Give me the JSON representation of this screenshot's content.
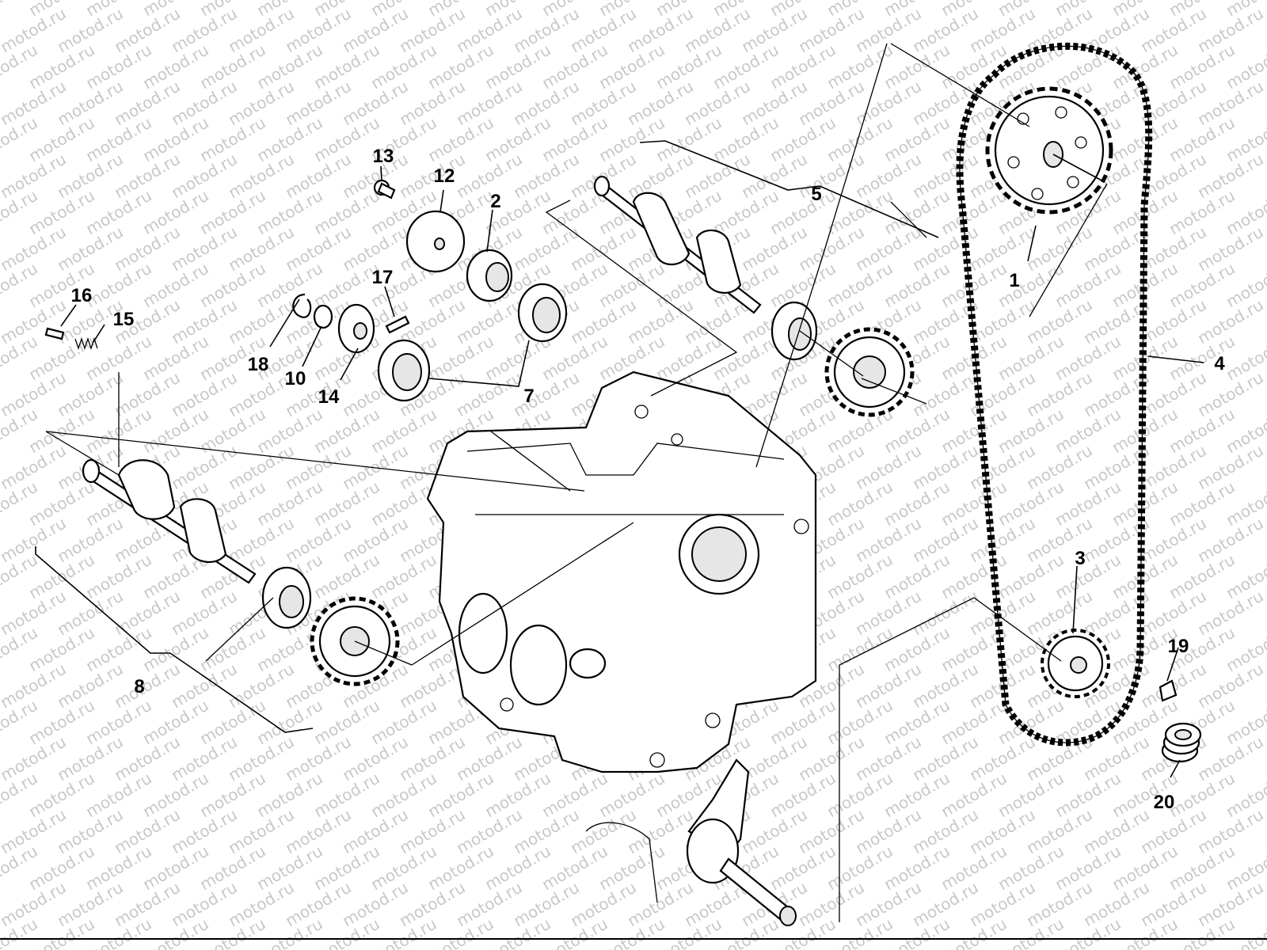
{
  "watermark": "motod.ru",
  "callouts": [
    {
      "id": "1",
      "label": "1"
    },
    {
      "id": "2",
      "label": "2"
    },
    {
      "id": "3",
      "label": "3"
    },
    {
      "id": "4",
      "label": "4"
    },
    {
      "id": "5",
      "label": "5"
    },
    {
      "id": "7",
      "label": "7"
    },
    {
      "id": "8",
      "label": "8"
    },
    {
      "id": "10",
      "label": "10"
    },
    {
      "id": "12",
      "label": "12"
    },
    {
      "id": "13",
      "label": "13"
    },
    {
      "id": "14",
      "label": "14"
    },
    {
      "id": "15",
      "label": "15"
    },
    {
      "id": "16",
      "label": "16"
    },
    {
      "id": "17",
      "label": "17"
    },
    {
      "id": "18",
      "label": "18"
    },
    {
      "id": "19",
      "label": "19"
    },
    {
      "id": "20",
      "label": "20"
    }
  ]
}
